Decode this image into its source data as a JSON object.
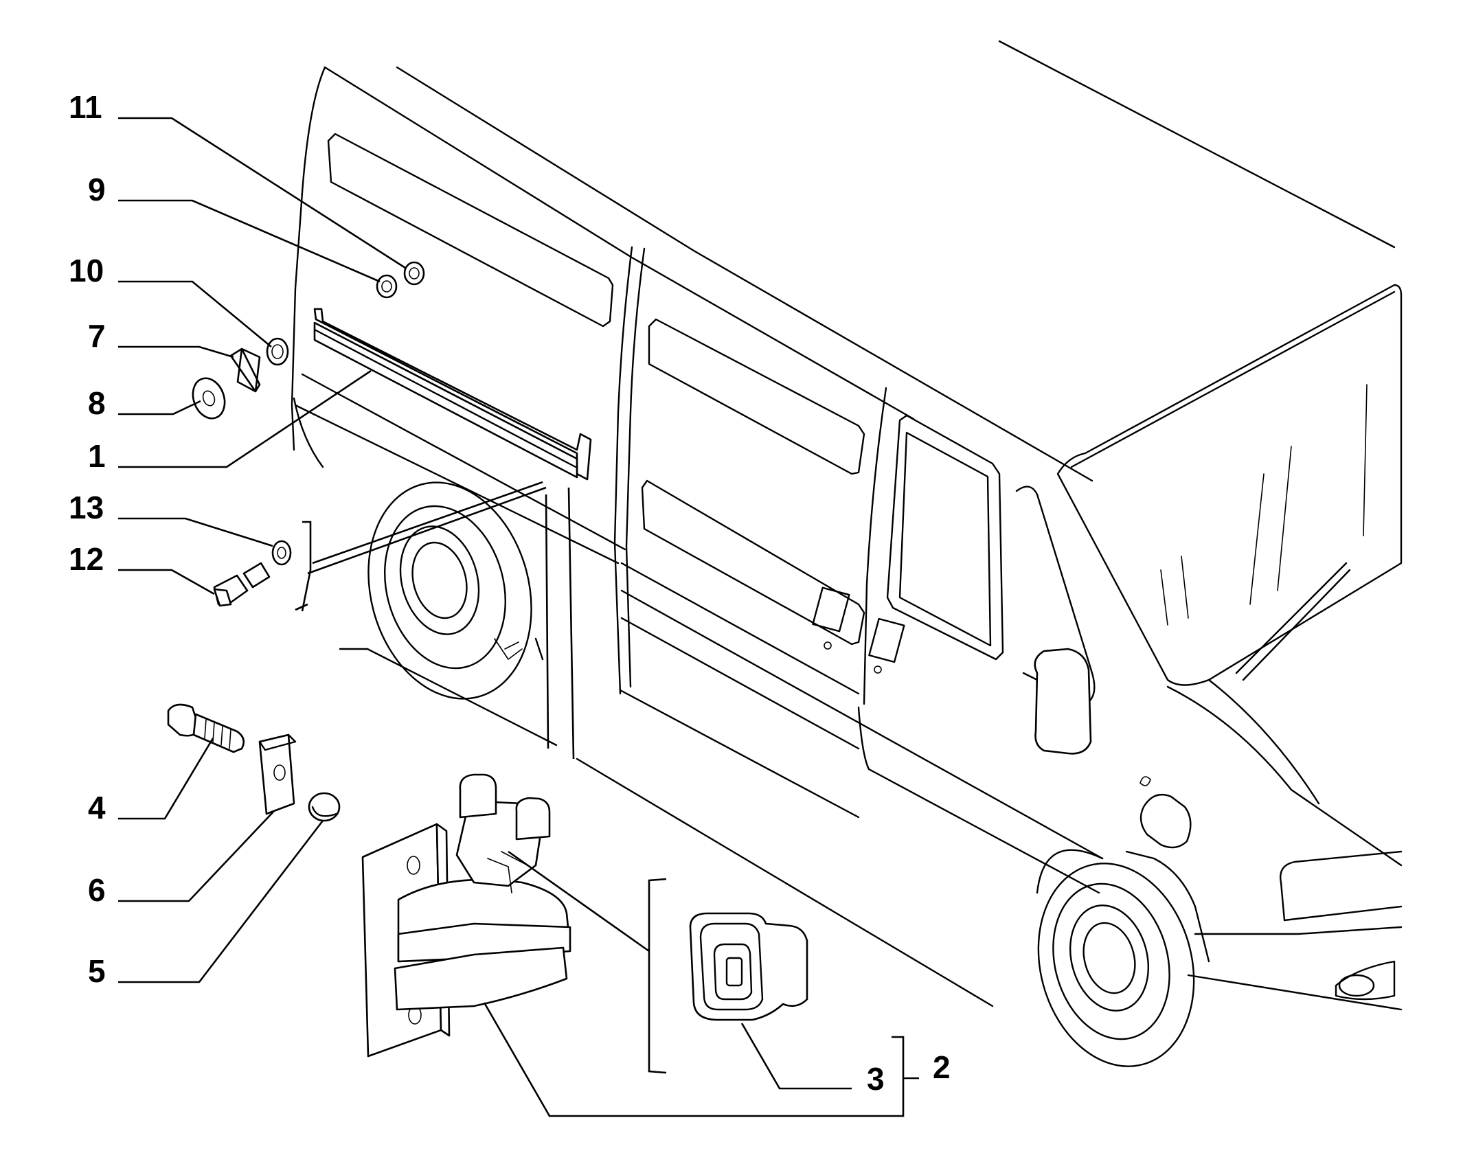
{
  "callouts": [
    {
      "id": "label-11",
      "text": "11"
    },
    {
      "id": "label-9",
      "text": "9"
    },
    {
      "id": "label-10",
      "text": "10"
    },
    {
      "id": "label-7",
      "text": "7"
    },
    {
      "id": "label-8",
      "text": "8"
    },
    {
      "id": "label-1",
      "text": "1"
    },
    {
      "id": "label-13",
      "text": "13"
    },
    {
      "id": "label-12",
      "text": "12"
    },
    {
      "id": "label-4",
      "text": "4"
    },
    {
      "id": "label-6",
      "text": "6"
    },
    {
      "id": "label-5",
      "text": "5"
    },
    {
      "id": "label-3",
      "text": "3"
    },
    {
      "id": "label-2",
      "text": "2"
    }
  ]
}
